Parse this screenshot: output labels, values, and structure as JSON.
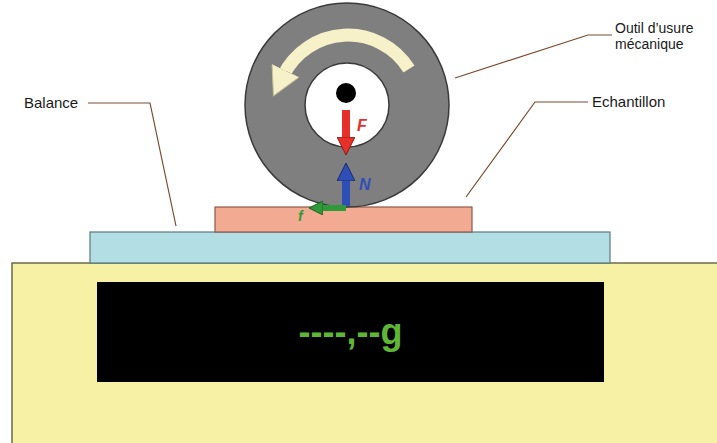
{
  "diagram": {
    "nodes": [
      {
        "text": [
          "----,--g"
        ]
      }
    ],
    "labels": [
      "Outil d’usure mécanique",
      "Balance",
      "Echantillon",
      "F",
      "N",
      "f"
    ]
  }
}
